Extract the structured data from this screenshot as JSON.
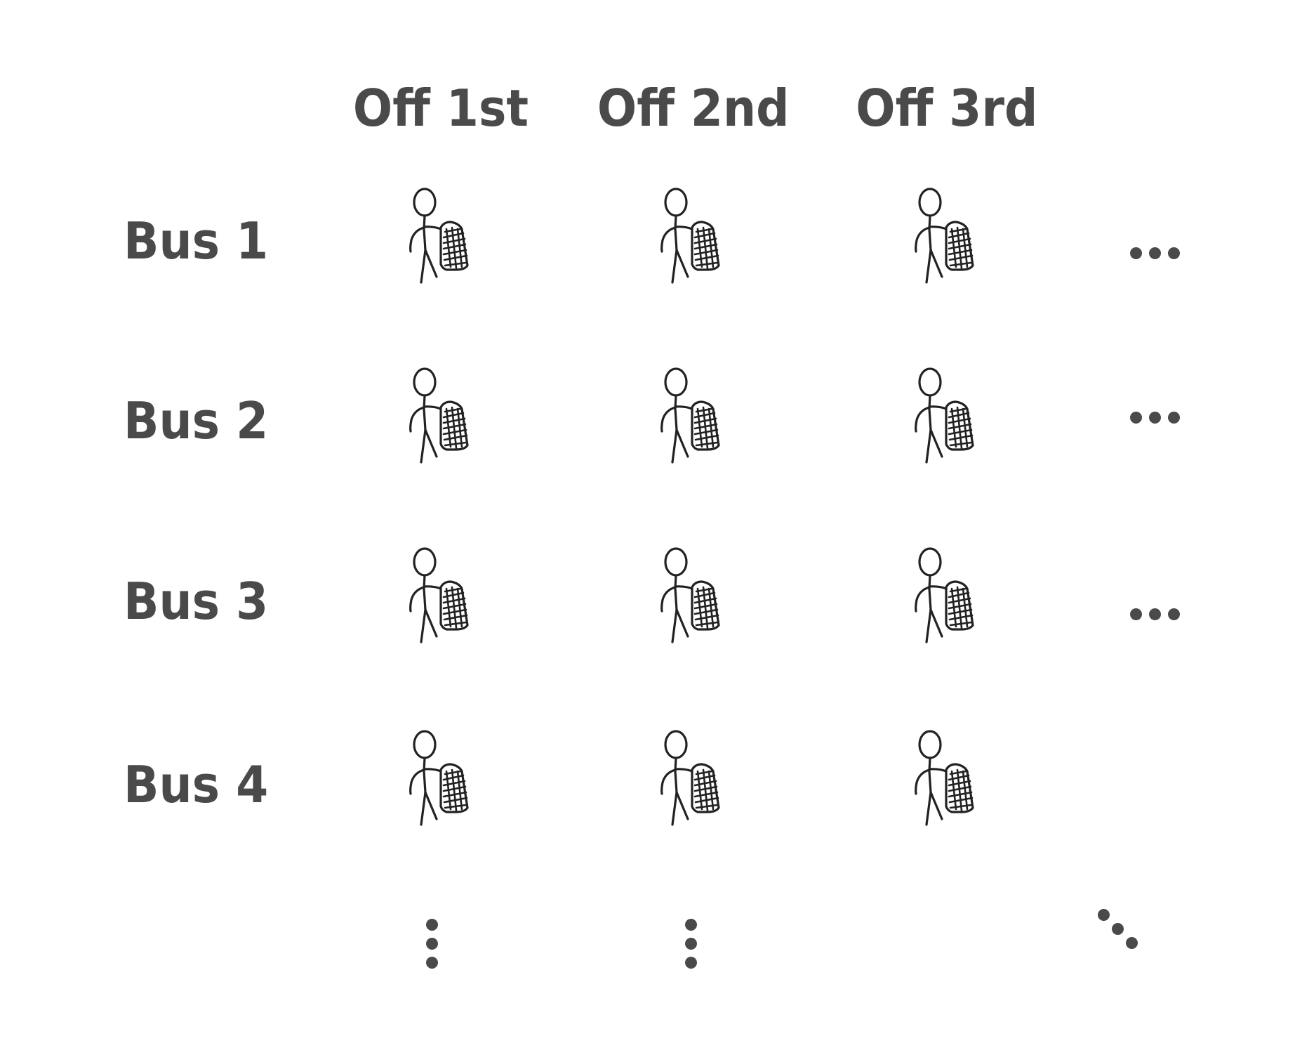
{
  "columns": [
    {
      "label": "Off 1st"
    },
    {
      "label": "Off 2nd"
    },
    {
      "label": "Off 3rd"
    }
  ],
  "rows": [
    {
      "label": "Bus 1",
      "has_more": true
    },
    {
      "label": "Bus 2",
      "has_more": true
    },
    {
      "label": "Bus 3",
      "has_more": true
    },
    {
      "label": "Bus 4",
      "has_more": false
    }
  ],
  "icons": {
    "cell": "stick-figure-with-backpack-icon",
    "more_horizontal": "horizontal-ellipsis-icon",
    "more_vertical": "vertical-ellipsis-icon",
    "more_diagonal": "diagonal-ellipsis-icon"
  },
  "colors": {
    "text": "#4a4a4a",
    "ink": "#222222",
    "background": "#ffffff"
  }
}
